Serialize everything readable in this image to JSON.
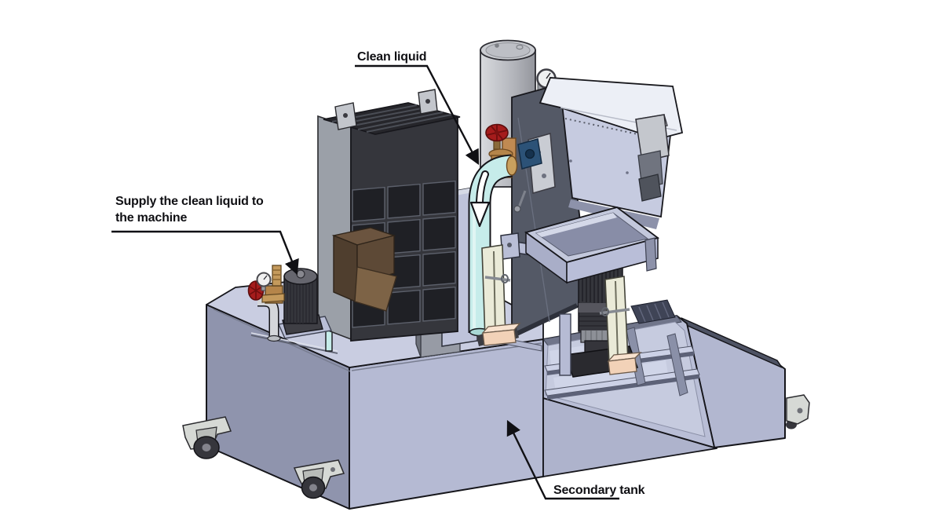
{
  "page": {
    "background": "#ffffff"
  },
  "labels": {
    "clean_liquid": "Clean liquid",
    "supply_line1": "Supply the clean liquid to",
    "supply_line2": "the machine",
    "secondary_tank": "Secondary tank"
  },
  "icons": {
    "flow_arrow": "down-arrow",
    "leader_arrow": "solid-triangle-arrowhead"
  },
  "colors": {
    "tank_front": "#b5bad3",
    "tank_side": "#8f94ad",
    "tank_top": "#c9cde1",
    "tank_end": "#b2b7d0",
    "rim_dark": "#4e5364",
    "pipe_cyan": "#c6ecea",
    "valve_red": "#a51c1c",
    "brass": "#b5854a",
    "machine_dark": "#35363c",
    "cover_white": "#eceff6",
    "conveyor_front": "#c6cbe0",
    "bracket_cream": "#eaead8",
    "base_peach": "#f2d2b8",
    "brown_box": "#5d4936",
    "cylinder_gray": "#b7b9be"
  }
}
